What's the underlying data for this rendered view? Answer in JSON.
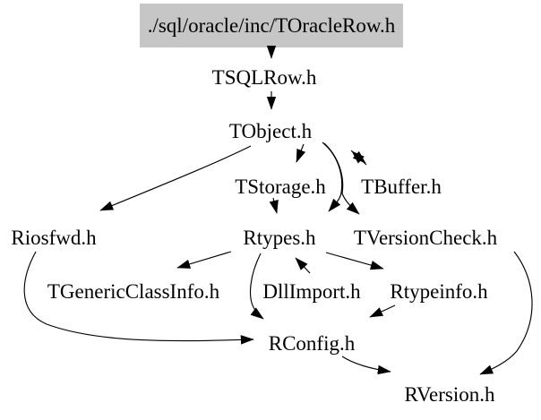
{
  "diagram": {
    "type": "include-dependency-graph",
    "background_color": "#ffffff",
    "highlight_fill": "#c6c6c6",
    "text_color": "#000000",
    "nodes": [
      {
        "id": "TOracleRow",
        "label": "./sql/oracle/inc/TOracleRow.h",
        "highlighted": true
      },
      {
        "id": "TSQLRow",
        "label": "TSQLRow.h",
        "highlighted": false
      },
      {
        "id": "TObject",
        "label": "TObject.h",
        "highlighted": false
      },
      {
        "id": "TStorage",
        "label": "TStorage.h",
        "highlighted": false
      },
      {
        "id": "TBuffer",
        "label": "TBuffer.h",
        "highlighted": false
      },
      {
        "id": "Riosfwd",
        "label": "Riosfwd.h",
        "highlighted": false
      },
      {
        "id": "Rtypes",
        "label": "Rtypes.h",
        "highlighted": false
      },
      {
        "id": "TVersionCheck",
        "label": "TVersionCheck.h",
        "highlighted": false
      },
      {
        "id": "TGenericClassInfo",
        "label": "TGenericClassInfo.h",
        "highlighted": false
      },
      {
        "id": "DllImport",
        "label": "DllImport.h",
        "highlighted": false
      },
      {
        "id": "Rtypeinfo",
        "label": "Rtypeinfo.h",
        "highlighted": false
      },
      {
        "id": "RConfig",
        "label": "RConfig.h",
        "highlighted": false
      },
      {
        "id": "RVersion",
        "label": "RVersion.h",
        "highlighted": false
      }
    ],
    "edges": [
      {
        "from": "TOracleRow",
        "to": "TSQLRow"
      },
      {
        "from": "TSQLRow",
        "to": "TObject"
      },
      {
        "from": "TObject",
        "to": "Riosfwd"
      },
      {
        "from": "TObject",
        "to": "TStorage"
      },
      {
        "from": "TObject",
        "to": "TBuffer"
      },
      {
        "from": "TBuffer",
        "to": "TObject"
      },
      {
        "from": "TObject",
        "to": "Rtypes"
      },
      {
        "from": "TObject",
        "to": "TVersionCheck"
      },
      {
        "from": "TStorage",
        "to": "Rtypes"
      },
      {
        "from": "Rtypes",
        "to": "TGenericClassInfo"
      },
      {
        "from": "DllImport",
        "to": "Rtypes"
      },
      {
        "from": "Rtypes",
        "to": "Rtypeinfo"
      },
      {
        "from": "Rtypes",
        "to": "RConfig"
      },
      {
        "from": "Riosfwd",
        "to": "RConfig"
      },
      {
        "from": "Rtypeinfo",
        "to": "RConfig"
      },
      {
        "from": "RConfig",
        "to": "RVersion"
      },
      {
        "from": "TVersionCheck",
        "to": "RVersion"
      }
    ]
  }
}
